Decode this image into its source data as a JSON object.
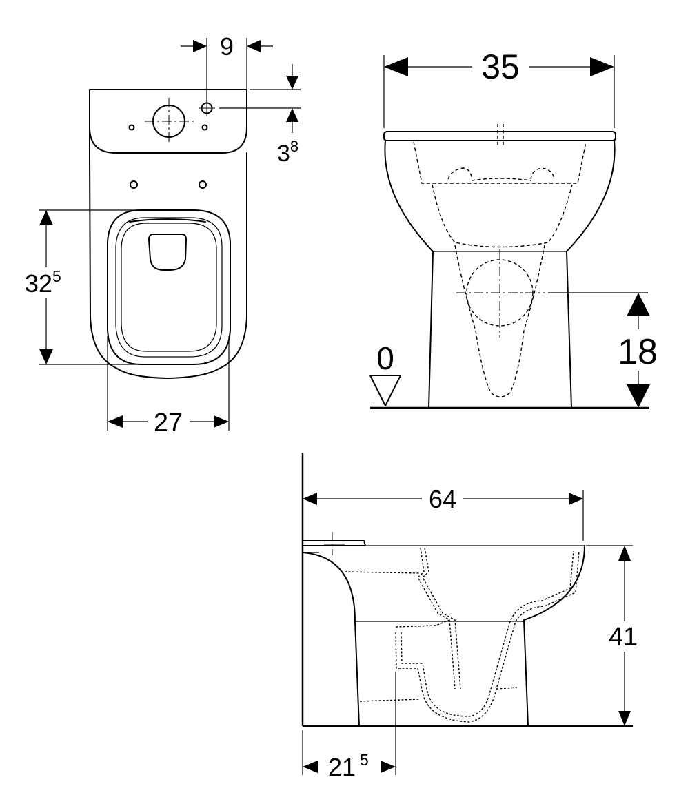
{
  "views": {
    "top": {
      "dim_hole_offset": "9",
      "dim_hole_depth_main": "3",
      "dim_hole_depth_sup": "8",
      "dim_seat_length_main": "32",
      "dim_seat_length_sup": "5",
      "dim_seat_width": "27"
    },
    "front": {
      "dim_width": "35",
      "dim_floor_level": "0",
      "dim_outlet_height": "18"
    },
    "side": {
      "dim_depth": "64",
      "dim_height": "41",
      "dim_outlet_offset_main": "21",
      "dim_outlet_offset_sup": "5"
    }
  }
}
